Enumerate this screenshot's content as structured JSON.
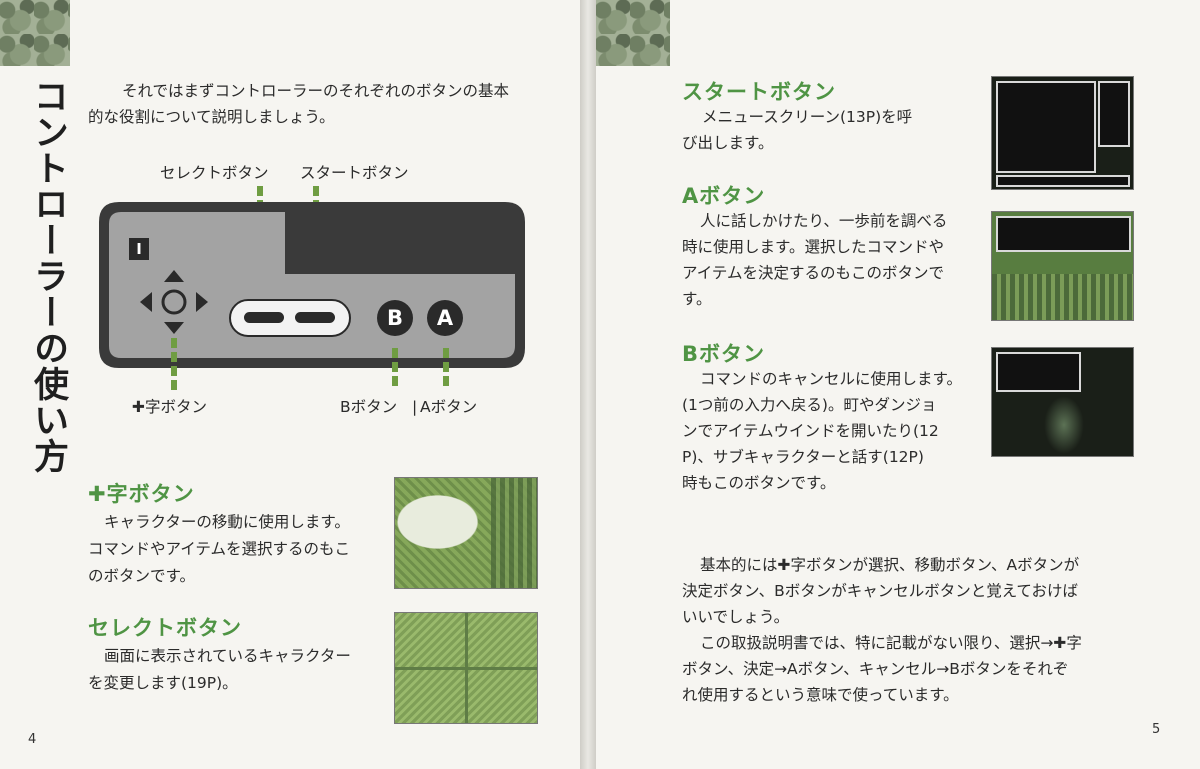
{
  "left_page": {
    "title": "コントローラーの使い方",
    "intro_line1": "それではまずコントローラーのそれぞれのボタンの基本",
    "intro_line2": "的な役割について説明しましょう。",
    "controller": {
      "label_select": "セレクトボタン",
      "label_start": "スタートボタン",
      "label_cross": "✚字ボタン",
      "label_b": "Bボタン",
      "label_a": "Aボタン",
      "label_sep": "|",
      "badge_i": "I",
      "button_b": "B",
      "button_a": "A"
    },
    "cross_section": {
      "heading": "✚字ボタン",
      "line1": "キャラクターの移動に使用します。",
      "line2": "コマンドやアイテムを選択するのもこ",
      "line3": "のボタンです。"
    },
    "select_section": {
      "heading": "セレクトボタン",
      "line1": "画面に表示されているキャラクター",
      "line2": "を変更します(19P)。"
    },
    "page_number": "4"
  },
  "right_page": {
    "start_section": {
      "heading": "スタートボタン",
      "line1": "メニュースクリーン(13P)を呼",
      "line2": "び出します。"
    },
    "a_section": {
      "heading": "Aボタン",
      "line1": "人に話しかけたり、一歩前を調べる",
      "line2": "時に使用します。選択したコマンドや",
      "line3": "アイテムを決定するのもこのボタンで",
      "line4": "す。"
    },
    "b_section": {
      "heading": "Bボタン",
      "line1": "コマンドのキャンセルに使用します。",
      "line2": "(1つ前の入力へ戻る)。町やダンジョ",
      "line3": "ンでアイテムウインドを開いたり(12",
      "line4": "P)、サブキャラクターと話す(12P)",
      "line5": "時もこのボタンです。"
    },
    "summary": {
      "line1": "基本的には✚字ボタンが選択、移動ボタン、Aボタンが",
      "line2": "決定ボタン、Bボタンがキャンセルボタンと覚えておけば",
      "line3": "いいでしょう。",
      "line4": "この取扱説明書では、特に記載がない限り、選択→✚字",
      "line5": "ボタン、決定→Aボタン、キャンセル→Bボタンをそれぞ",
      "line6": "れ使用するという意味で使っています。"
    },
    "page_number": "5"
  },
  "colors": {
    "accent_green": "#4f9444",
    "dash_green": "#6f9d42",
    "controller_gray": "#9d9d9d",
    "controller_outline": "#3a3a3a"
  }
}
